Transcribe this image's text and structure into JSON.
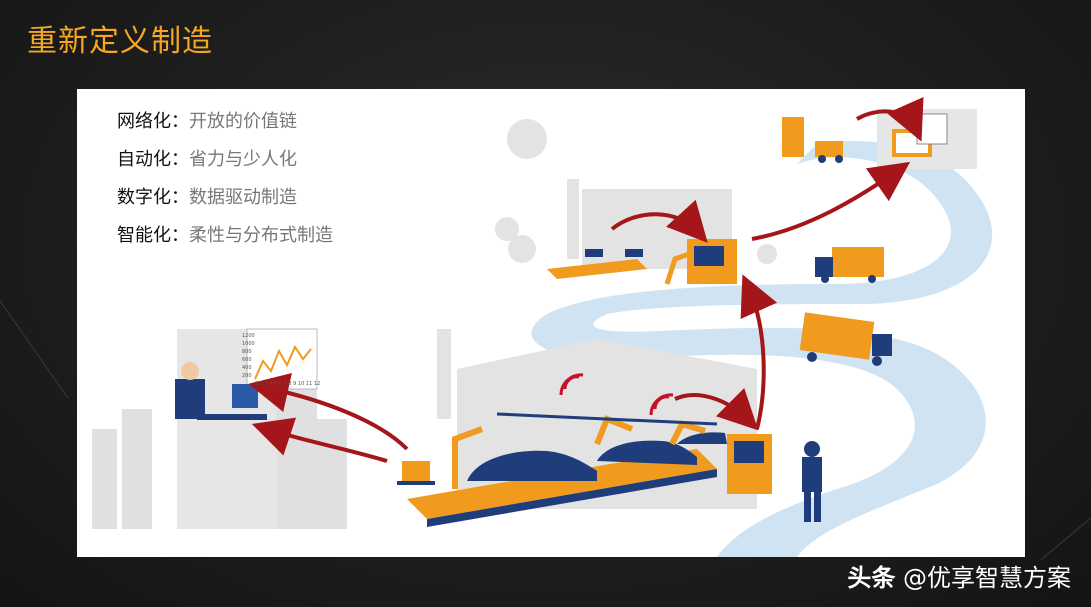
{
  "slide": {
    "title": "重新定义制造",
    "bullets": [
      {
        "key": "网络化",
        "sep": "：",
        "value": "开放的价值链"
      },
      {
        "key": "自动化",
        "sep": "：",
        "value": "省力与少人化"
      },
      {
        "key": "数字化",
        "sep": "：",
        "value": "数据驱动制造"
      },
      {
        "key": "智能化",
        "sep": "：",
        "value": "柔性与分布式制造"
      }
    ],
    "chart_ticks": [
      "1200",
      "1000",
      "800",
      "600",
      "400",
      "200"
    ],
    "chart_axis": "1 2 3 4 5 6 7 8 9 10 11 12"
  },
  "watermark": {
    "app": "头条",
    "account": "@优享智慧方案"
  },
  "colors": {
    "title": "#f5a623",
    "orange": "#f09a1e",
    "navy": "#1f3d7a",
    "red_arrow": "#a4161a",
    "road": "#cfe3f2",
    "skyline": "#dcdcdc"
  },
  "icons": {
    "wifi": "wifi-signal-icon",
    "truck": "delivery-truck-icon",
    "forklift": "forklift-icon",
    "robot": "robot-arm-icon",
    "monitor": "monitor-icon"
  }
}
